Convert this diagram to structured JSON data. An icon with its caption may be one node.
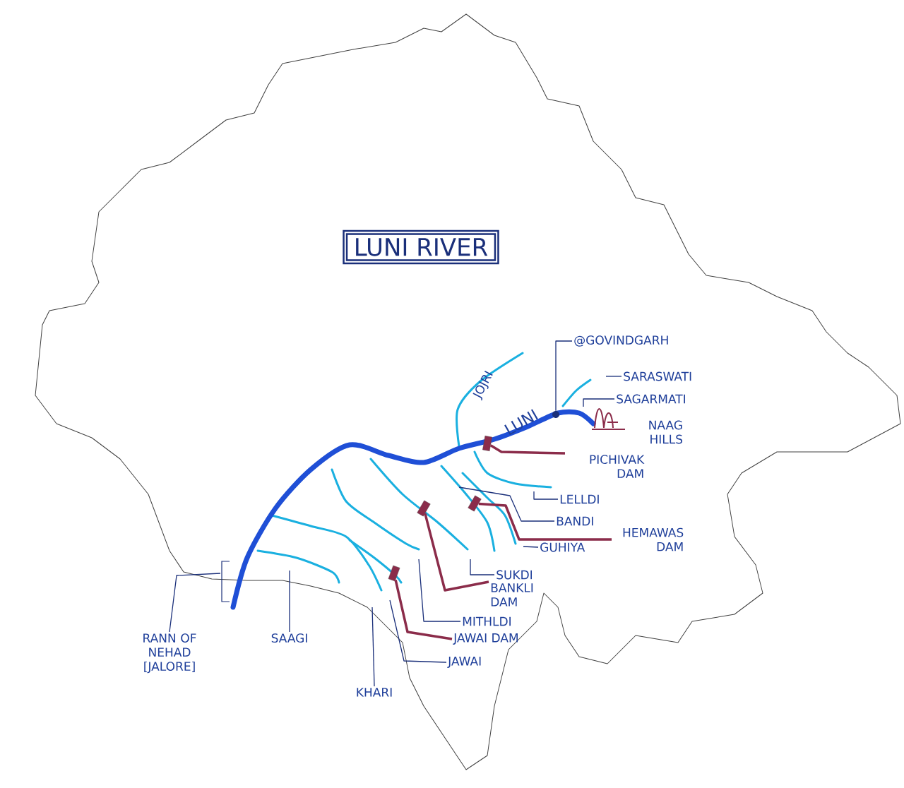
{
  "diagram": {
    "title": "LUNI RIVER",
    "nodes": [
      {
        "text": [
          "@GOVINDGARH"
        ]
      },
      {
        "text": [
          "SARASWATI"
        ]
      },
      {
        "text": [
          "SAGARMATI"
        ]
      },
      {
        "text": [
          "PICHIVAK DAM"
        ]
      },
      {
        "text": [
          "LELLDI"
        ]
      },
      {
        "text": [
          "BANDI"
        ]
      },
      {
        "text": [
          "HEMAWAS DAM"
        ]
      },
      {
        "text": [
          "GUHIYA"
        ]
      },
      {
        "text": [
          "SUKDI"
        ]
      },
      {
        "text": [
          "BANKLI DAM"
        ]
      },
      {
        "text": [
          "MITHLDI"
        ]
      },
      {
        "text": [
          "JAWAI DAM"
        ]
      },
      {
        "text": [
          "JAWAI"
        ]
      },
      {
        "text": [
          "SAAGI"
        ]
      },
      {
        "text": [
          "RANN OF NEHAD [JALORE]"
        ]
      },
      {
        "text": [
          "KHARI"
        ]
      },
      {
        "text": [],
        "shape": "box"
      },
      {
        "text": [],
        "shape": "box"
      },
      {
        "text": [],
        "shape": "box"
      },
      {
        "text": [],
        "shape": "box"
      },
      {
        "text": [],
        "shape": "circle"
      }
    ],
    "edges": [
      {
        "from": 0,
        "to": 20,
        "arrow": "none"
      },
      {
        "from": 1,
        "to": null,
        "arrow": "none"
      },
      {
        "from": 2,
        "to": null,
        "arrow": "none"
      },
      {
        "from": 3,
        "to": 19,
        "arrow": "none",
        "style": "thick",
        "color": "#8b2c4a"
      },
      {
        "from": 4,
        "to": null,
        "arrow": "none"
      },
      {
        "from": 5,
        "to": null,
        "arrow": "none"
      },
      {
        "from": 6,
        "to": 18,
        "arrow": "none",
        "style": "thick",
        "color": "#8b2c4a"
      },
      {
        "from": 7,
        "to": null,
        "arrow": "none"
      },
      {
        "from": 8,
        "to": null,
        "arrow": "none"
      },
      {
        "from": 9,
        "to": 17,
        "arrow": "none",
        "style": "thick",
        "color": "#8b2c4a"
      },
      {
        "from": 10,
        "to": null,
        "arrow": "none"
      },
      {
        "from": 11,
        "to": 16,
        "arrow": "none",
        "style": "thick",
        "color": "#8b2c4a"
      },
      {
        "from": 12,
        "to": null,
        "arrow": "none"
      },
      {
        "from": 13,
        "to": null,
        "arrow": "none"
      },
      {
        "from": 14,
        "to": null,
        "arrow": "none"
      },
      {
        "from": 15,
        "to": null,
        "arrow": "none"
      }
    ],
    "labels": [
      "JOJRI",
      "LUNI",
      "NAAG HILLS"
    ]
  }
}
